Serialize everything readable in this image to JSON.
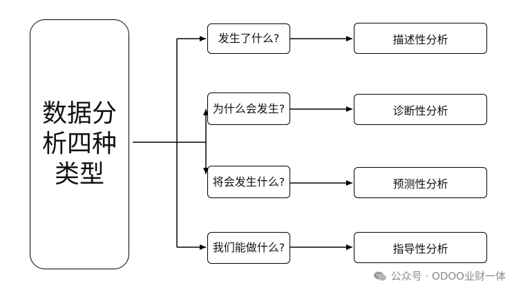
{
  "diagram": {
    "main": "数据分析四种类型",
    "questions": [
      "发生了什么?",
      "为什么会发生?",
      "将会发生什么?",
      "我们能做什么?"
    ],
    "results": [
      "描述性分析",
      "诊断性分析",
      "预测性分析",
      "指导性分析"
    ]
  },
  "watermark": {
    "text": "公众号 · ODOO业财一体",
    "icon": "wechat-icon"
  }
}
